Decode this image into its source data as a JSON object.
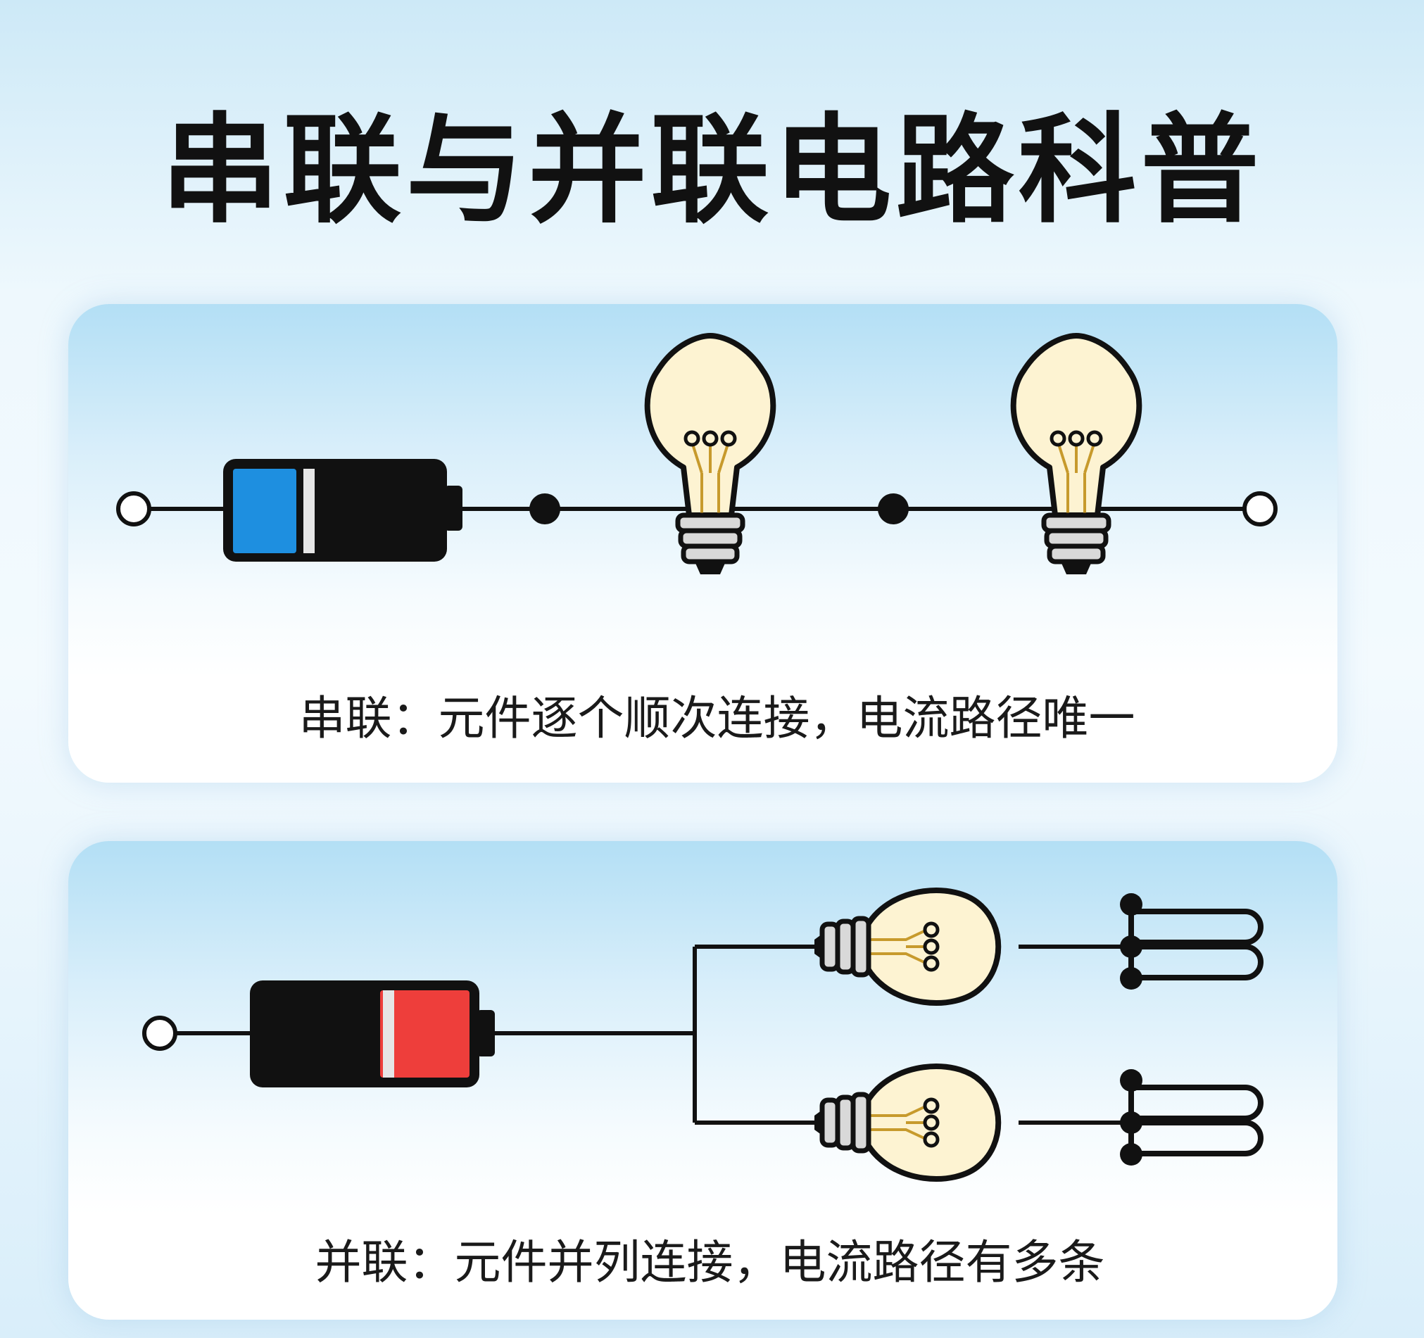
{
  "title": "串联与并联电路科普",
  "series": {
    "caption": "串联：元件逐个顺次连接，电流路径唯一",
    "battery_color": "#1e8fe0"
  },
  "parallel": {
    "caption": "并联：元件并列连接，电流路径有多条",
    "battery_color": "#ee3e3b"
  },
  "colors": {
    "wire": "#111111",
    "bulb_glass": "#fdf3d2",
    "bulb_base": "#d9d9d9",
    "filament": "#f0c040"
  },
  "icons": [
    "battery-icon",
    "light-bulb-icon",
    "terminal-icon",
    "junction-icon",
    "fork-terminal-icon"
  ]
}
